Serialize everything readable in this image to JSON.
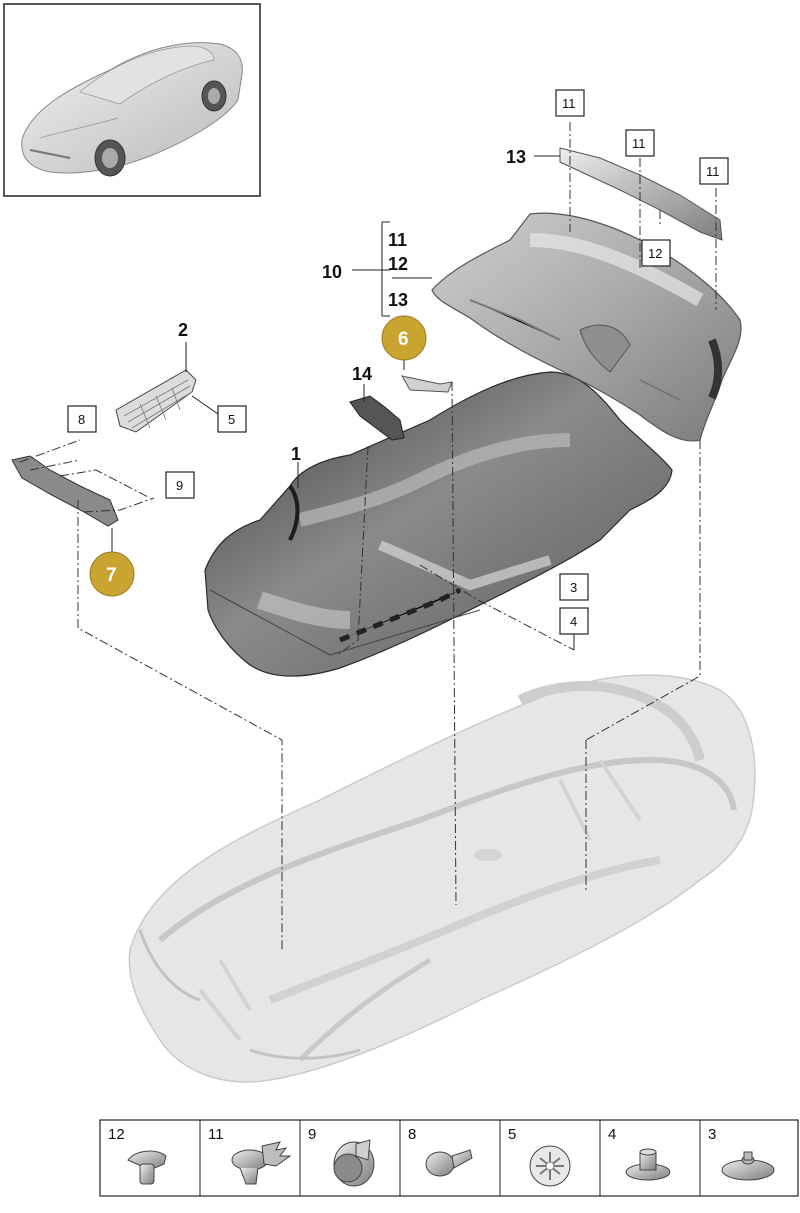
{
  "callouts": {
    "c1": "1",
    "c2": "2",
    "c10": "10",
    "c11": "11",
    "c12": "12",
    "c13": "13",
    "c14": "14",
    "c13_top": "13"
  },
  "boxed_labels": {
    "b8": "8",
    "b5": "5",
    "b9": "9",
    "b3": "3",
    "b4": "4",
    "b11a": "11",
    "b11b": "11",
    "b11c": "11",
    "b12": "12"
  },
  "highlight_callouts": {
    "h6": "6",
    "h7": "7"
  },
  "legend": [
    {
      "label": "12",
      "icon": "push-rivet-icon"
    },
    {
      "label": "11",
      "icon": "fir-tree-clip-icon"
    },
    {
      "label": "9",
      "icon": "expanding-clip-icon"
    },
    {
      "label": "8",
      "icon": "screw-icon"
    },
    {
      "label": "5",
      "icon": "spring-nut-icon"
    },
    {
      "label": "4",
      "icon": "flanged-nut-icon"
    },
    {
      "label": "3",
      "icon": "washer-nut-icon"
    }
  ],
  "colors": {
    "highlight": "#c9a430",
    "line": "#222222"
  }
}
